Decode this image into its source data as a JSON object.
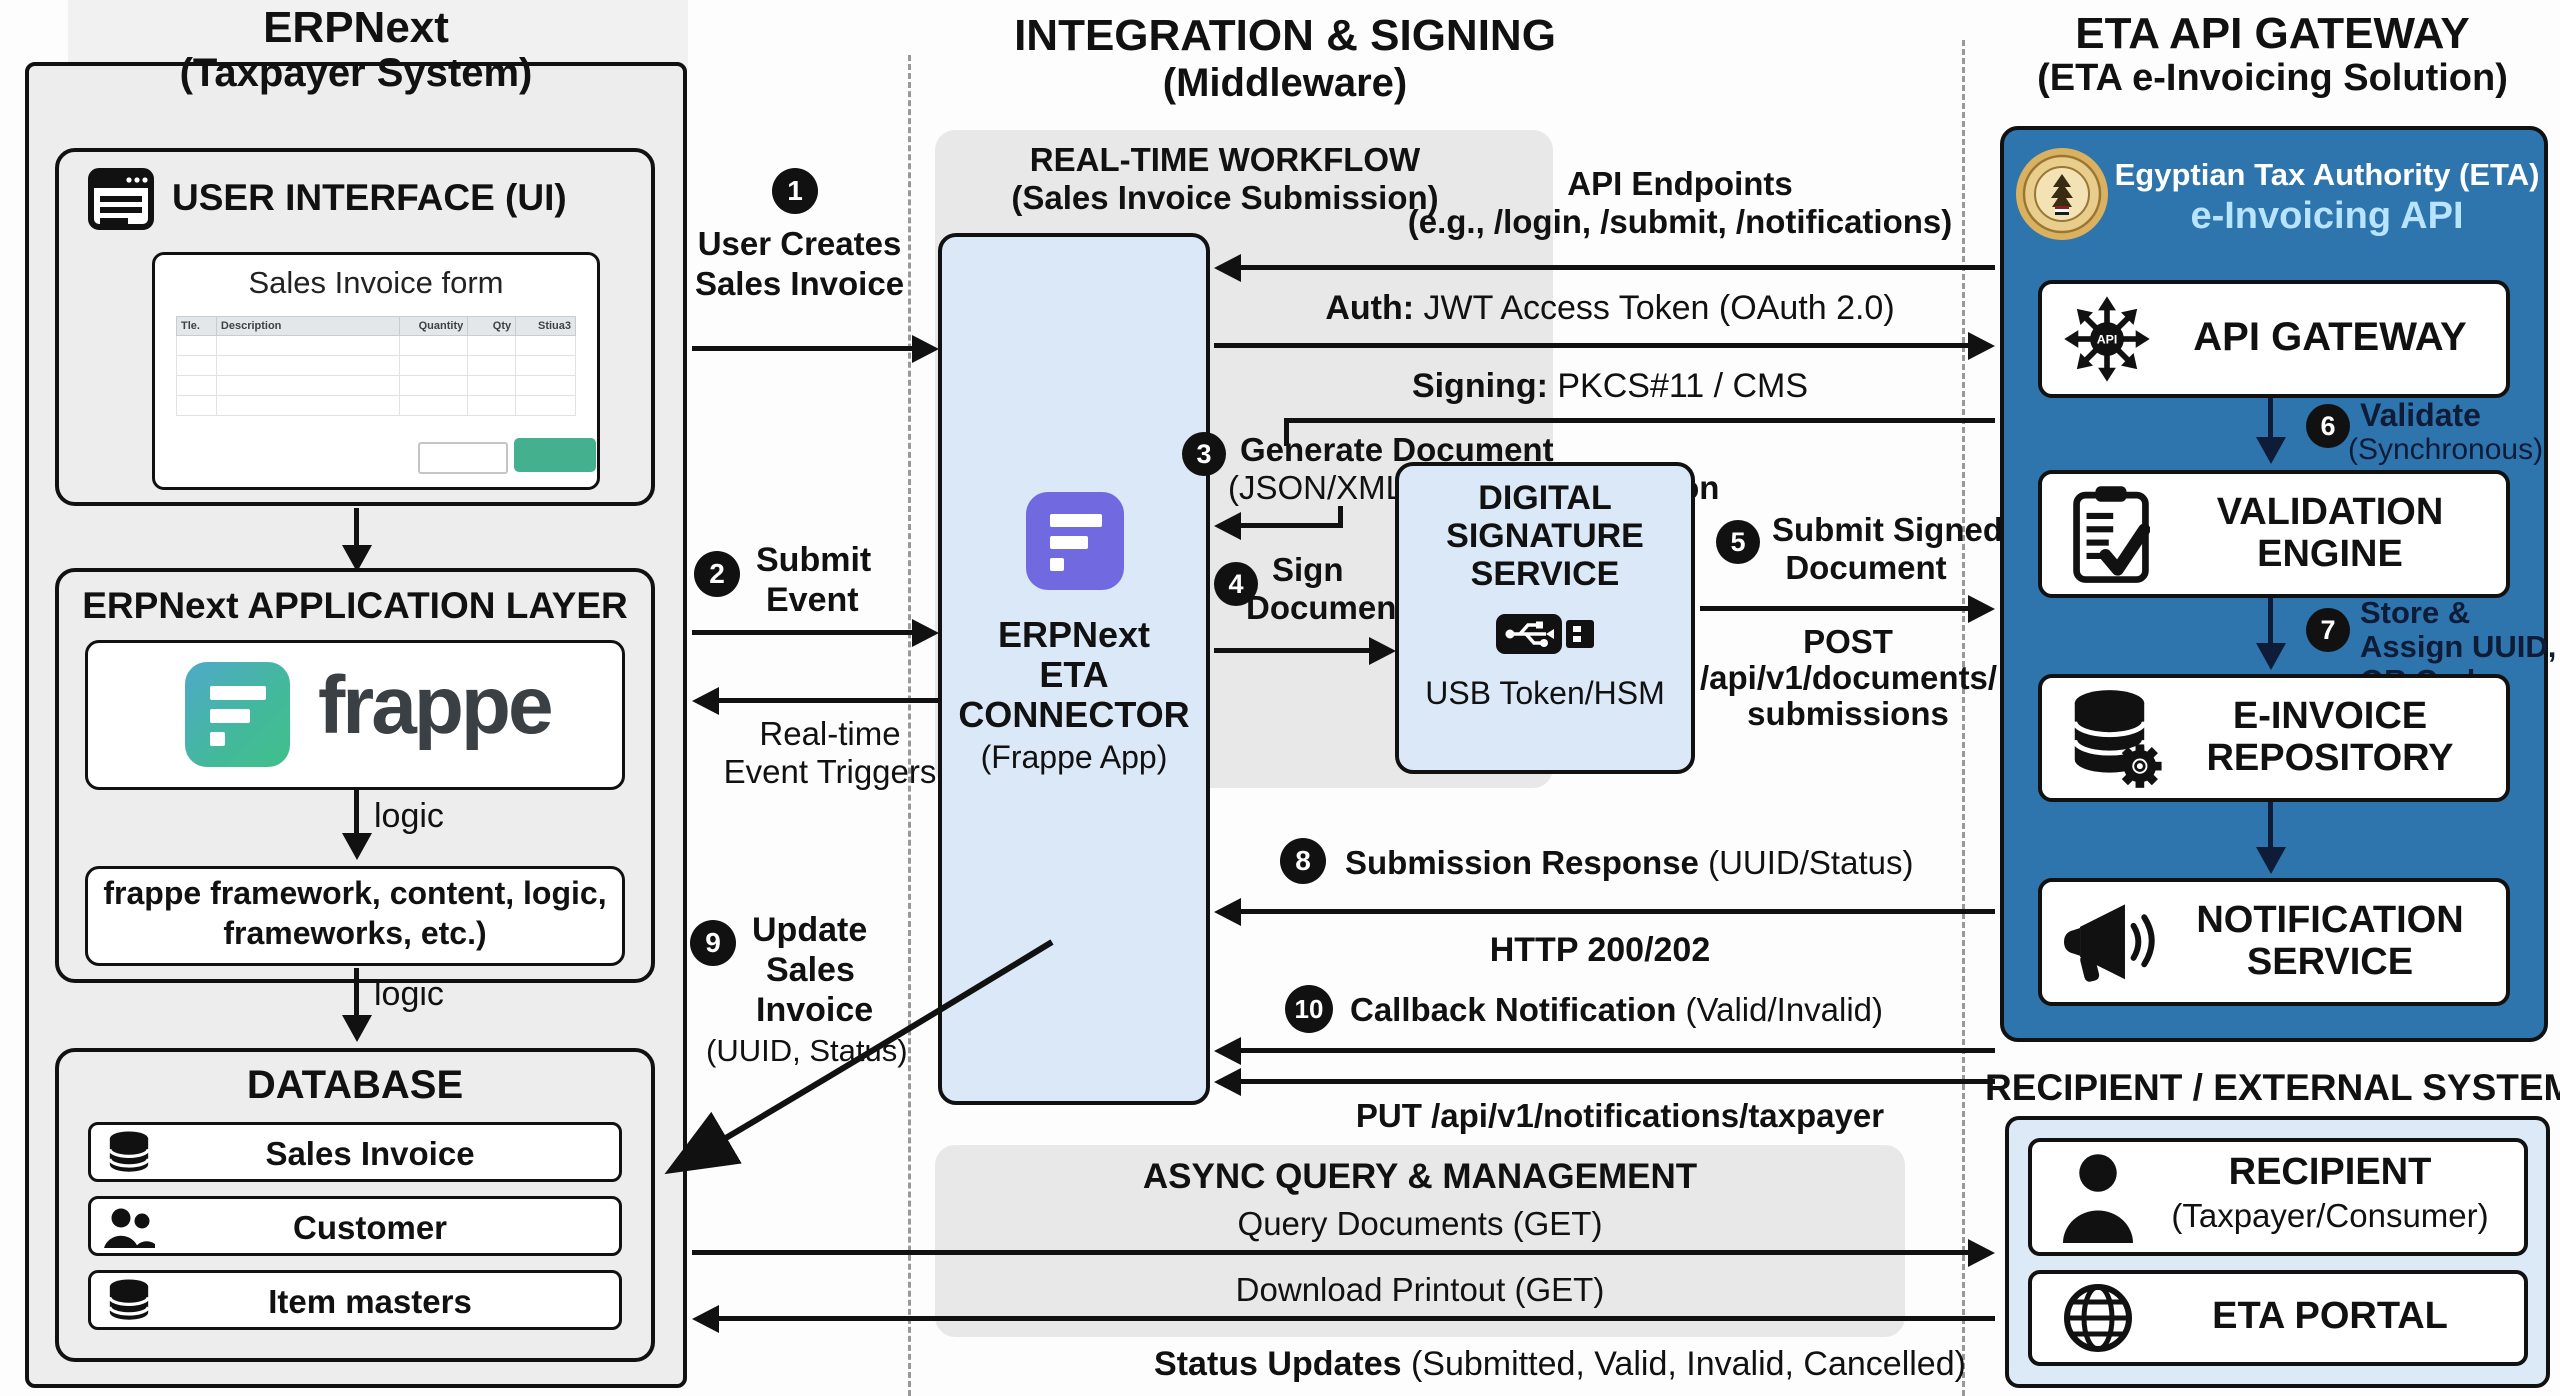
{
  "left": {
    "title1": "ERPNext",
    "title2": "(Taxpayer System)",
    "ui": {
      "heading": "USER INTERFACE (UI)",
      "form_title": "Sales Invoice form",
      "columns": [
        "Tle.",
        "Description",
        "Quantity",
        "Qty",
        "Stiua3"
      ]
    },
    "app": {
      "heading": "ERPNext APPLICATION LAYER",
      "brand": "frappe",
      "logic1": "logic",
      "framework1": "frappe framework, content, logic,",
      "framework2": "frameworks, etc.)",
      "logic2": "logic"
    },
    "db": {
      "heading": "DATABASE",
      "rows": [
        {
          "label": "Sales Invoice",
          "icon": "database-icon"
        },
        {
          "label": "Customer",
          "icon": "customers-icon"
        },
        {
          "label": "Item masters",
          "icon": "database-icon"
        }
      ]
    }
  },
  "middleware": {
    "title1": "INTEGRATION & SIGNING",
    "title2": "(Middleware)",
    "workflow_title1": "REAL-TIME WORKFLOW",
    "workflow_title2": "(Sales Invoice Submission)",
    "connector": {
      "line1": "ERPNext",
      "line2": "ETA",
      "line3": "CONNECTOR",
      "line4": "(Frappe App)"
    },
    "dss": {
      "line1": "DIGITAL",
      "line2": "SIGNATURE",
      "line3": "SERVICE",
      "sub": "USB Token/HSM"
    },
    "api_endpoints1": "API Endpoints",
    "api_endpoints2": "(e.g., /login, /submit, /notifications)",
    "auth_bold": "Auth:",
    "auth_rest": " JWT Access Token (OAuth 2.0)",
    "signing_bold": "Signing:",
    "signing_rest": " PKCS#11 / CMS",
    "async": {
      "title": "ASYNC QUERY & MANAGEMENT",
      "query": "Query Documents (GET)",
      "download": "Download Printout (GET)",
      "status_bold": "Status Updates",
      "status_rest": " (Submitted, Valid, Invalid, Cancelled)"
    }
  },
  "steps": {
    "s1": {
      "n": "1",
      "l1": "User Creates",
      "l2": "Sales Invoice"
    },
    "s2": {
      "n": "2",
      "l1": "Submit",
      "l2": "Event"
    },
    "triggers1": "Real-time",
    "triggers2": "Event Triggers",
    "s3": {
      "n": "3",
      "bold1": "Generate Document",
      "l2a": "(JSON/XML) ",
      "l2b": "& Canonicalization"
    },
    "s4": {
      "n": "4",
      "l1": "Sign",
      "l2": "Document"
    },
    "s5": {
      "n": "5",
      "l1": "Submit Signed",
      "l2": "Document",
      "post1": "POST",
      "post2": "/api/v1/documents/",
      "post3": "submissions"
    },
    "s6": {
      "n": "6",
      "bold": "Validate",
      "rest": "(Synchronous)"
    },
    "s7": {
      "n": "7",
      "l1": "Store &",
      "l2": "Assign UUID,",
      "l3": "QR Code"
    },
    "s8": {
      "n": "8",
      "bold": "Submission Response",
      "rest": " (UUID/Status)",
      "http": "HTTP 200/202"
    },
    "s9": {
      "n": "9",
      "l1": "Update",
      "l2": "Sales",
      "l3": "Invoice",
      "l4": "(UUID, Status)"
    },
    "s10": {
      "n": "10",
      "bold": "Callback Notification",
      "rest": " (Valid/Invalid)",
      "put": "PUT /api/v1/notifications/taxpayer"
    }
  },
  "eta": {
    "title1": "ETA API GATEWAY",
    "title2": "(ETA e-Invoicing Solution)",
    "header1": "Egyptian Tax Authority (ETA)",
    "header2": "e-Invoicing API",
    "gateway": "API GATEWAY",
    "gateway_icon_label": "API",
    "validation1": "VALIDATION",
    "validation2": "ENGINE",
    "repo1": "E-INVOICE",
    "repo2": "REPOSITORY",
    "notif1": "NOTIFICATION",
    "notif2": "SERVICE"
  },
  "recipient": {
    "title": "RECIPIENT / EXTERNAL SYSTEMS",
    "box1a": "RECIPIENT",
    "box1b": "(Taxpayer/Consumer)",
    "box2": "ETA PORTAL"
  },
  "colors": {
    "eta_blue": "#2e74ad",
    "connector_fill": "#dbe8f7",
    "teal_button": "#45b08e",
    "purple_logo": "#7069e0",
    "navy_text": "#0e1c38",
    "light_blue_text": "#b8e4ff",
    "gold_seal": "#d9b15f"
  },
  "icons": {
    "browser-icon": "browser window",
    "database-icon": "database cylinder",
    "customers-icon": "two people",
    "usb-icon": "usb token",
    "api-hub-icon": "api hub with arrows",
    "clipboard-check-icon": "clipboard with checkmark",
    "database-gear-icon": "database with gear",
    "megaphone-icon": "megaphone",
    "person-icon": "person",
    "globe-icon": "globe",
    "eta-seal-icon": "gold authority seal"
  }
}
